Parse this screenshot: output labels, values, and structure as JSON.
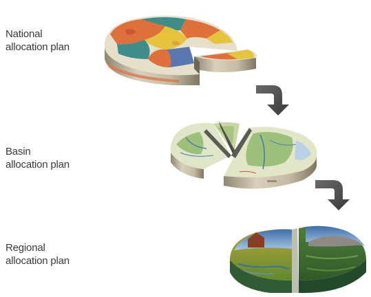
{
  "levels": [
    {
      "line1": "National",
      "line2": "allocation plan",
      "icon": "china-map-pie-icon"
    },
    {
      "line1": "Basin",
      "line2": "allocation plan",
      "icon": "basin-map-pie-icon"
    },
    {
      "line1": "Regional",
      "line2": "allocation plan",
      "icon": "landscape-photo-pie-icon"
    }
  ],
  "colors": {
    "text": "#3a3a3a",
    "arrow": "#4f4f4f",
    "map_orange": "#e0703a",
    "map_teal": "#3f8d8a",
    "map_yellow": "#e5c33a",
    "map_blue": "#5a78b0",
    "basin_green": "#9cc07a",
    "basin_paper": "#dfe6c8",
    "rim": "#cfc7b3",
    "rim_dark": "#8c8470"
  }
}
